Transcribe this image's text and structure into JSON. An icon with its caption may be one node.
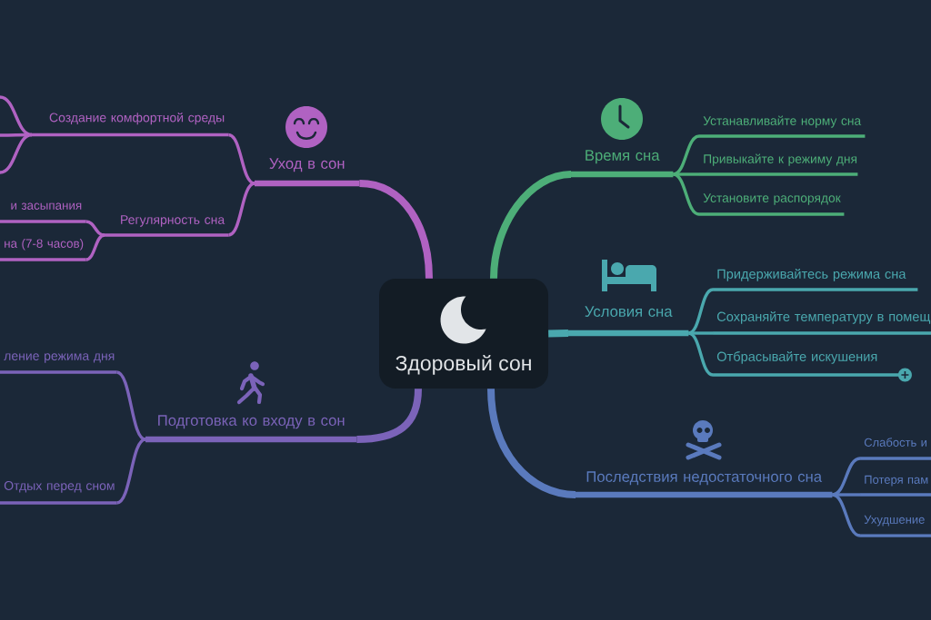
{
  "diagram": {
    "nodes": [
      {
        "text": [
          "Здоровый сон"
        ]
      },
      {
        "text": [
          "Уход в сон"
        ]
      },
      {
        "text": [
          "Создание комфортной среды"
        ]
      },
      {
        "text": [
          "Регулярность сна"
        ]
      },
      {
        "text": [
          "и засыпания"
        ]
      },
      {
        "text": [
          "на (7-8 часов)"
        ]
      },
      {
        "text": [
          "Подготовка ко входу в сон"
        ]
      },
      {
        "text": [
          "ление режима дня"
        ]
      },
      {
        "text": [
          "Отдых перед сном"
        ]
      },
      {
        "text": [
          "Время сна"
        ]
      },
      {
        "text": [
          "Устанавливайте норму сна"
        ]
      },
      {
        "text": [
          "Привыкайте к режиму дня"
        ]
      },
      {
        "text": [
          "Установите распорядок"
        ]
      },
      {
        "text": [
          "Условия сна"
        ]
      },
      {
        "text": [
          "Придерживайтесь режима сна"
        ]
      },
      {
        "text": [
          "Сохраняйте температуру в помещ"
        ]
      },
      {
        "text": [
          "Отбрасывайте искушения"
        ]
      },
      {
        "text": [
          "Последствия недостаточного сна"
        ]
      },
      {
        "text": [
          "Слабость и"
        ]
      },
      {
        "text": [
          "Потеря пам"
        ]
      },
      {
        "text": [
          "Ухудшение"
        ]
      }
    ],
    "edges": [
      {
        "from": 0,
        "to": 1,
        "arrow": "none",
        "style": "thick"
      },
      {
        "from": 1,
        "to": 2,
        "arrow": "none"
      },
      {
        "from": 1,
        "to": 3,
        "arrow": "none"
      },
      {
        "from": 2,
        "to": null,
        "arrow": "none"
      },
      {
        "from": 2,
        "to": null,
        "arrow": "none"
      },
      {
        "from": 2,
        "to": null,
        "arrow": "none"
      },
      {
        "from": 3,
        "to": 4,
        "arrow": "none"
      },
      {
        "from": 3,
        "to": 5,
        "arrow": "none"
      },
      {
        "from": 0,
        "to": 6,
        "arrow": "none",
        "style": "thick",
        "color": "#7b63b9"
      },
      {
        "from": 6,
        "to": 7,
        "arrow": "none",
        "color": "#7b63b9"
      },
      {
        "from": 6,
        "to": 8,
        "arrow": "none",
        "color": "#7b63b9"
      },
      {
        "from": 0,
        "to": 9,
        "arrow": "none",
        "style": "thick",
        "color": "#4dae78"
      },
      {
        "from": 9,
        "to": 10,
        "arrow": "none",
        "color": "#4dae78"
      },
      {
        "from": 9,
        "to": 11,
        "arrow": "none",
        "color": "#4dae78"
      },
      {
        "from": 9,
        "to": 12,
        "arrow": "none",
        "color": "#4dae78"
      },
      {
        "from": 0,
        "to": 13,
        "arrow": "none",
        "style": "thick",
        "color": "#4aa8ae"
      },
      {
        "from": 13,
        "to": 14,
        "arrow": "none",
        "color": "#4aa8ae"
      },
      {
        "from": 13,
        "to": 15,
        "arrow": "none",
        "color": "#4aa8ae"
      },
      {
        "from": 13,
        "to": 16,
        "arrow": "none",
        "color": "#4aa8ae"
      },
      {
        "from": 0,
        "to": 17,
        "arrow": "none",
        "style": "thick",
        "color": "#5a7abd"
      },
      {
        "from": 17,
        "to": 18,
        "arrow": "none",
        "color": "#5a7abd"
      },
      {
        "from": 17,
        "to": 19,
        "arrow": "none",
        "color": "#5a7abd"
      },
      {
        "from": 17,
        "to": 20,
        "arrow": "none",
        "color": "#5a7abd"
      }
    ]
  }
}
